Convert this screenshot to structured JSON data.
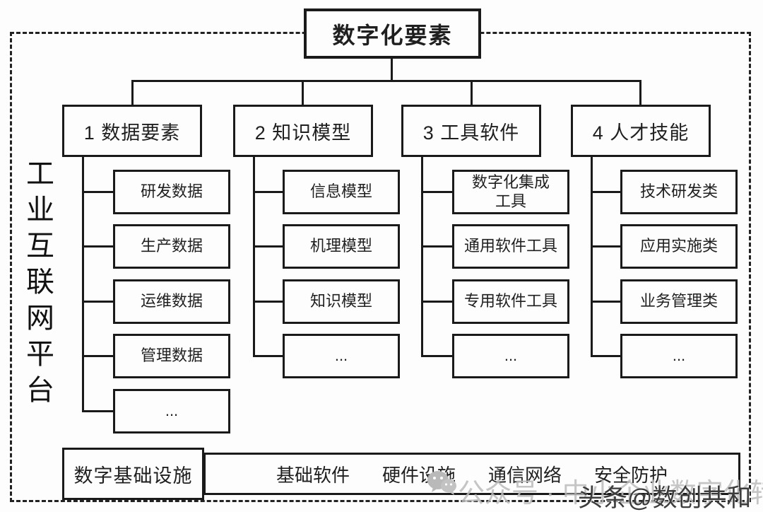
{
  "diagram": {
    "root": {
      "label": "数字化要素"
    },
    "platform_label": "工业互联网平台",
    "columns": [
      {
        "label": "1 数据要素",
        "children": [
          "研发数据",
          "生产数据",
          "运维数据",
          "管理数据",
          "..."
        ]
      },
      {
        "label": "2 知识模型",
        "children": [
          "信息模型",
          "机理模型",
          "知识模型",
          "..."
        ]
      },
      {
        "label": "3 工具软件",
        "children": [
          "数字化集成\n工具",
          "通用软件工具",
          "专用软件工具",
          "..."
        ]
      },
      {
        "label": "4 人才技能",
        "children": [
          "技术研发类",
          "应用实施类",
          "业务管理类",
          "..."
        ]
      }
    ],
    "infrastructure": {
      "label": "数字基础设施",
      "items": [
        "基础软件",
        "硬件设施",
        "通信网络",
        "安全防护"
      ]
    }
  },
  "watermarks": {
    "wechat_text": "公众号 · 中小企业数字化转型",
    "toutiao_text": "头条@数创共和",
    "wechat_icon": "wechat-icon"
  },
  "colors": {
    "line": "#1a1a1a",
    "background": "#fdfdfd",
    "watermark_light": "#bbbbbb",
    "watermark_dark": "#3c3c3c"
  }
}
